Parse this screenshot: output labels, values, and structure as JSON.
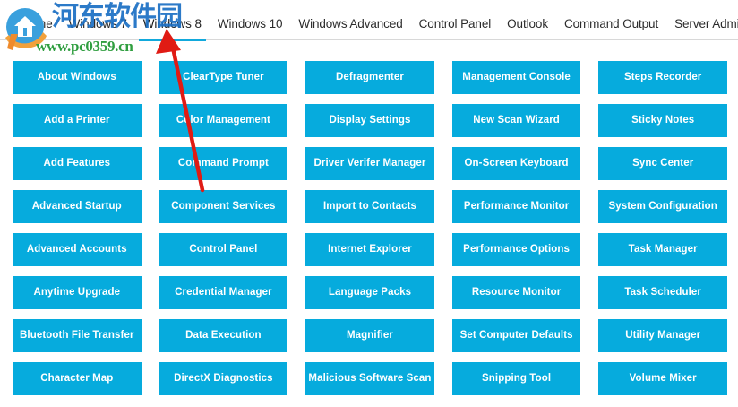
{
  "nav": {
    "items": [
      {
        "label": "Home",
        "active": false
      },
      {
        "label": "Windows 7",
        "active": false
      },
      {
        "label": "Windows 8",
        "active": true
      },
      {
        "label": "Windows 10",
        "active": false
      },
      {
        "label": "Windows Advanced",
        "active": false
      },
      {
        "label": "Control Panel",
        "active": false
      },
      {
        "label": "Outlook",
        "active": false
      },
      {
        "label": "Command Output",
        "active": false
      },
      {
        "label": "Server Administration",
        "active": false
      }
    ],
    "accent_color": "#12a9dc",
    "rule_color": "#d8d8d8"
  },
  "tiles": {
    "color": "#06abdd",
    "text_color": "#ffffff",
    "columns": [
      {
        "name": "column-1",
        "items": [
          "About Windows",
          "Add a Printer",
          "Add Features",
          "Advanced Startup",
          "Advanced Accounts",
          "Anytime Upgrade",
          "Bluetooth File Transfer",
          "Character Map"
        ]
      },
      {
        "name": "column-2",
        "items": [
          "ClearType Tuner",
          "Color Management",
          "Command Prompt",
          "Component Services",
          "Control Panel",
          "Credential Manager",
          "Data Execution",
          "DirectX Diagnostics"
        ]
      },
      {
        "name": "column-3",
        "items": [
          "Defragmenter",
          "Display Settings",
          "Driver Verifer Manager",
          "Import to Contacts",
          "Internet Explorer",
          "Language Packs",
          "Magnifier",
          "Malicious Software Scan"
        ]
      },
      {
        "name": "column-4",
        "items": [
          "Management Console",
          "New Scan Wizard",
          "On-Screen Keyboard",
          "Performance Monitor",
          "Performance Options",
          "Resource Monitor",
          "Set Computer Defaults",
          "Snipping Tool"
        ]
      },
      {
        "name": "column-5",
        "items": [
          "Steps Recorder",
          "Sticky Notes",
          "Sync Center",
          "System Configuration",
          "Task Manager",
          "Task Scheduler",
          "Utility Manager",
          "Volume Mixer"
        ]
      }
    ],
    "rows": [
      [
        "About Windows",
        "ClearType Tuner",
        "Defragmenter",
        "Management Console",
        "Steps Recorder"
      ],
      [
        "Add a Printer",
        "Color Management",
        "Display Settings",
        "New Scan Wizard",
        "Sticky Notes"
      ],
      [
        "Add Features",
        "Command Prompt",
        "Driver Verifer Manager",
        "On-Screen Keyboard",
        "Sync Center"
      ],
      [
        "Advanced Startup",
        "Component Services",
        "Import to Contacts",
        "Performance Monitor",
        "System Configuration"
      ],
      [
        "Advanced Accounts",
        "Control Panel",
        "Internet Explorer",
        "Performance Options",
        "Task Manager"
      ],
      [
        "Anytime Upgrade",
        "Credential Manager",
        "Language Packs",
        "Resource Monitor",
        "Task Scheduler"
      ],
      [
        "Bluetooth File Transfer",
        "Data Execution",
        "Magnifier",
        "Set Computer Defaults",
        "Utility Manager"
      ],
      [
        "Character Map",
        "DirectX Diagnostics",
        "Malicious Software Scan",
        "Snipping Tool",
        "Volume Mixer"
      ]
    ]
  },
  "watermark": {
    "site_name_cn": "河东软件园",
    "url": "www.pc0359.cn",
    "logo_icon": "home-circle-logo-icon",
    "cn_color": "#1b6fc4",
    "url_color": "#2f9e3f"
  },
  "annotation": {
    "arrow_icon": "red-arrow-pointer-icon",
    "color": "#e01b14",
    "points_to": "Windows 8"
  }
}
